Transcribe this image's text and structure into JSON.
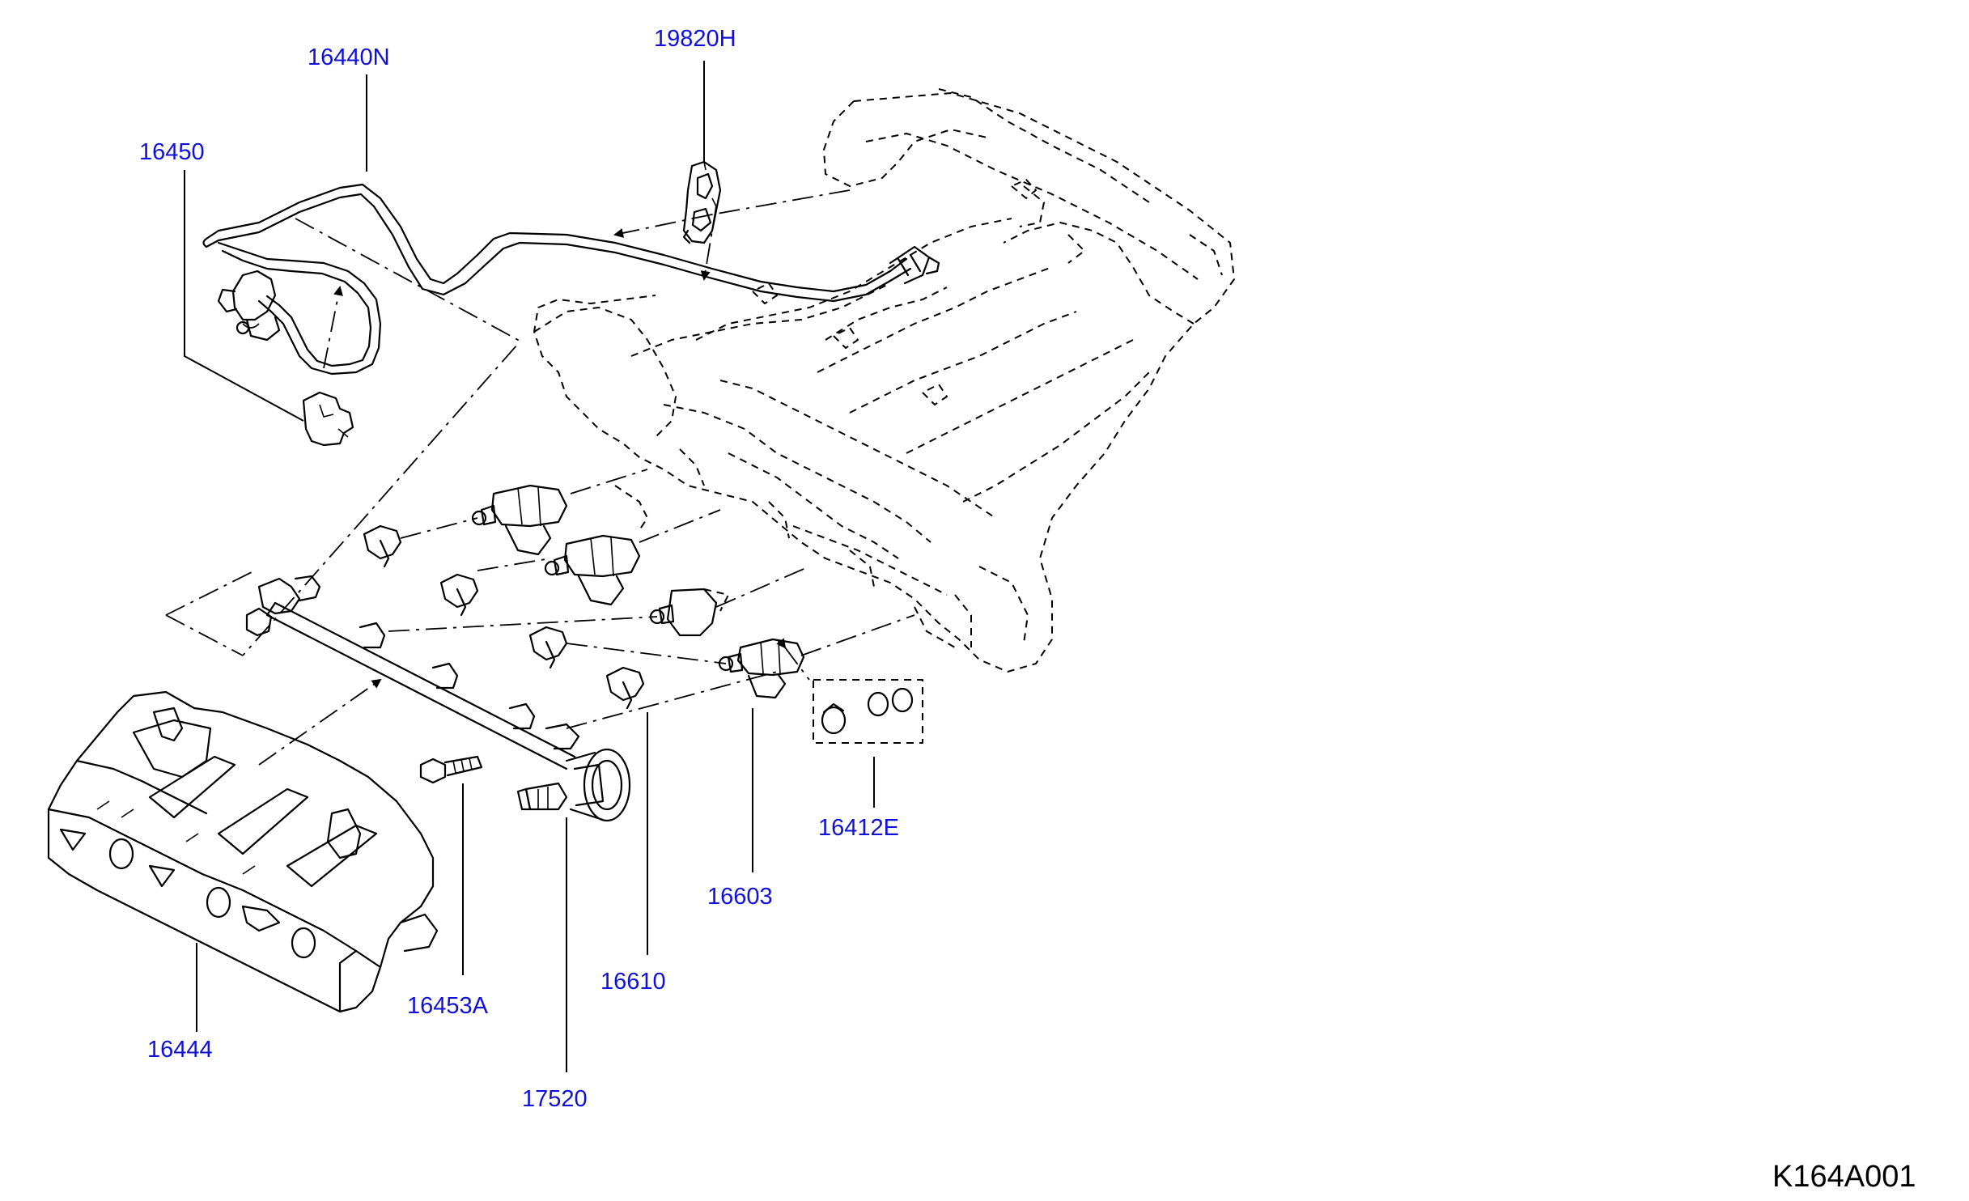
{
  "colors": {
    "label": "#1010d8",
    "line": "#000000",
    "background": "#ffffff"
  },
  "labels": {
    "p16440N": "16440N",
    "p19820H": "19820H",
    "p16450": "16450",
    "p16412E": "16412E",
    "p16603": "16603",
    "p16610": "16610",
    "p16453A": "16453A",
    "p16444": "16444",
    "p17520": "17520"
  },
  "drawing_id": "K164A001"
}
